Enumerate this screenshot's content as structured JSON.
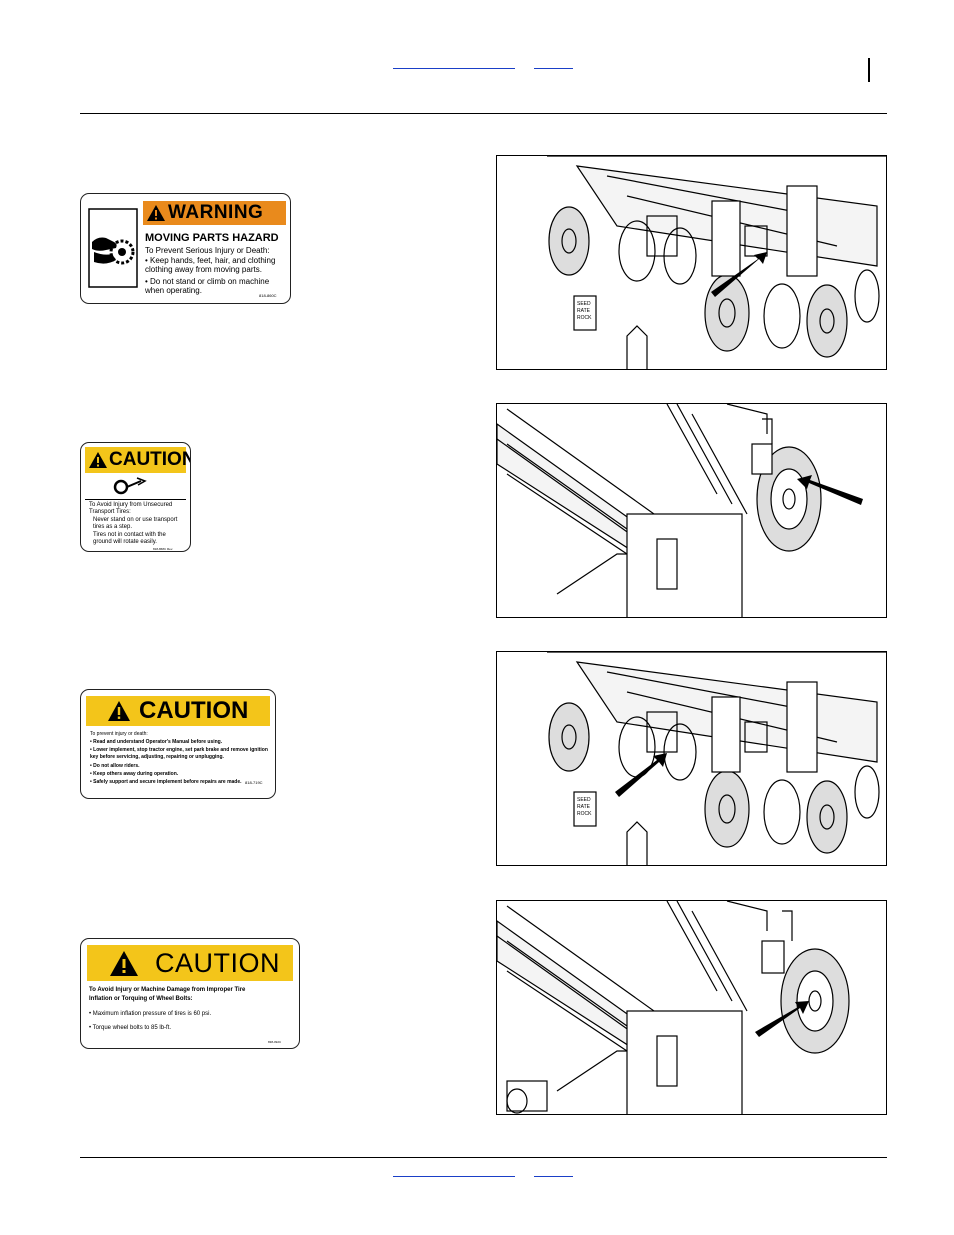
{
  "decals": {
    "warning_moving_parts": {
      "signal_word": "WARNING",
      "heading": "MOVING PARTS HAZARD",
      "intro": "To Prevent Serious Injury or Death:",
      "items": [
        "• Keep hands, feet, hair, and clothing\n   clothing away from moving parts.",
        "• Do not stand or climb on machine\n   when operating."
      ],
      "part_no": "818-860C"
    },
    "caution_transport_tires": {
      "signal_word": "CAUTION",
      "intro": "To Avoid Injury from Unsecured\nTransport Tires:",
      "items": [
        "Never stand on or use transport\ntires as a step.",
        "Tires not in contact with the\nground will rotate easily."
      ],
      "part_no": "818-868C Rev."
    },
    "caution_general": {
      "signal_word": "CAUTION",
      "intro": "To prevent injury or death:",
      "items": [
        "• Read and understand Operator's Manual before using.",
        "• Lower implement, stop tractor engine, set park brake and remove ignition\n   key before servicing, adjusting, repairing or unplugging.",
        "• Do not allow riders.",
        "• Keep others away during operation.",
        "• Safely support and secure implement before repairs are made."
      ],
      "part_no": "818-719C"
    },
    "caution_tire_inflation": {
      "signal_word": "CAUTION",
      "intro": "To Avoid Injury or Machine Damage from Improper Tire\nInflation or Torquing of Wheel Bolts:",
      "items": [
        "• Maximum inflation pressure of tires is 60 psi.",
        "• Torque wheel bolts to 85 lb-ft."
      ],
      "part_no": "838-092C"
    }
  },
  "photos": {
    "photo1_sign": "SEED\nRATE\nROCK",
    "photo3_sign": "SEED\nRATE\nROCK"
  }
}
